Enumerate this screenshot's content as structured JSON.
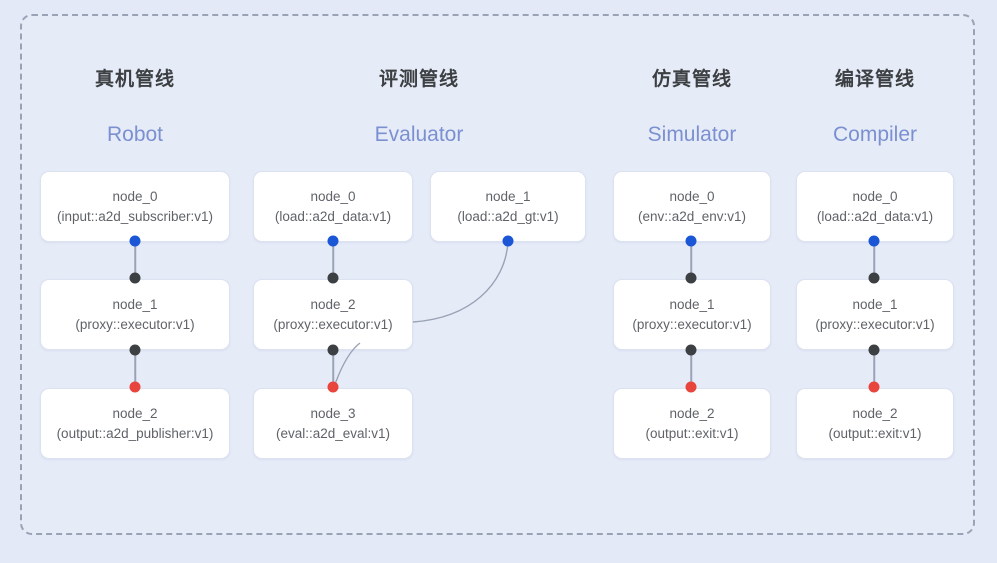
{
  "diagram": {
    "type": "pipeline-graph",
    "background_color": "#e4e9f7",
    "frame_color": "#9aa3b5",
    "title_color": "#3c4043",
    "subtitle_color": "#7b90d0",
    "port_colors": {
      "input": "#1a56d6",
      "intermediate": "#3c4043",
      "output": "#e8453c"
    },
    "columns": [
      {
        "title": "真机管线",
        "subtitle": "Robot",
        "nodes": [
          {
            "name": "node_0",
            "spec": "(input::a2d_subscriber:v1)"
          },
          {
            "name": "node_1",
            "spec": "(proxy::executor:v1)"
          },
          {
            "name": "node_2",
            "spec": "(output::a2d_publisher:v1)"
          }
        ]
      },
      {
        "title": "评测管线",
        "subtitle": "Evaluator",
        "nodes": [
          {
            "name": "node_0",
            "spec": "(load::a2d_data:v1)"
          },
          {
            "name": "node_1",
            "spec": "(load::a2d_gt:v1)"
          },
          {
            "name": "node_2",
            "spec": "(proxy::executor:v1)"
          },
          {
            "name": "node_3",
            "spec": "(eval::a2d_eval:v1)"
          }
        ]
      },
      {
        "title": "仿真管线",
        "subtitle": "Simulator",
        "nodes": [
          {
            "name": "node_0",
            "spec": "(env::a2d_env:v1)"
          },
          {
            "name": "node_1",
            "spec": "(proxy::executor:v1)"
          },
          {
            "name": "node_2",
            "spec": "(output::exit:v1)"
          }
        ]
      },
      {
        "title": "编译管线",
        "subtitle": "Compiler",
        "nodes": [
          {
            "name": "node_0",
            "spec": "(load::a2d_data:v1)"
          },
          {
            "name": "node_1",
            "spec": "(proxy::executor:v1)"
          },
          {
            "name": "node_2",
            "spec": "(output::exit:v1)"
          }
        ]
      }
    ]
  }
}
